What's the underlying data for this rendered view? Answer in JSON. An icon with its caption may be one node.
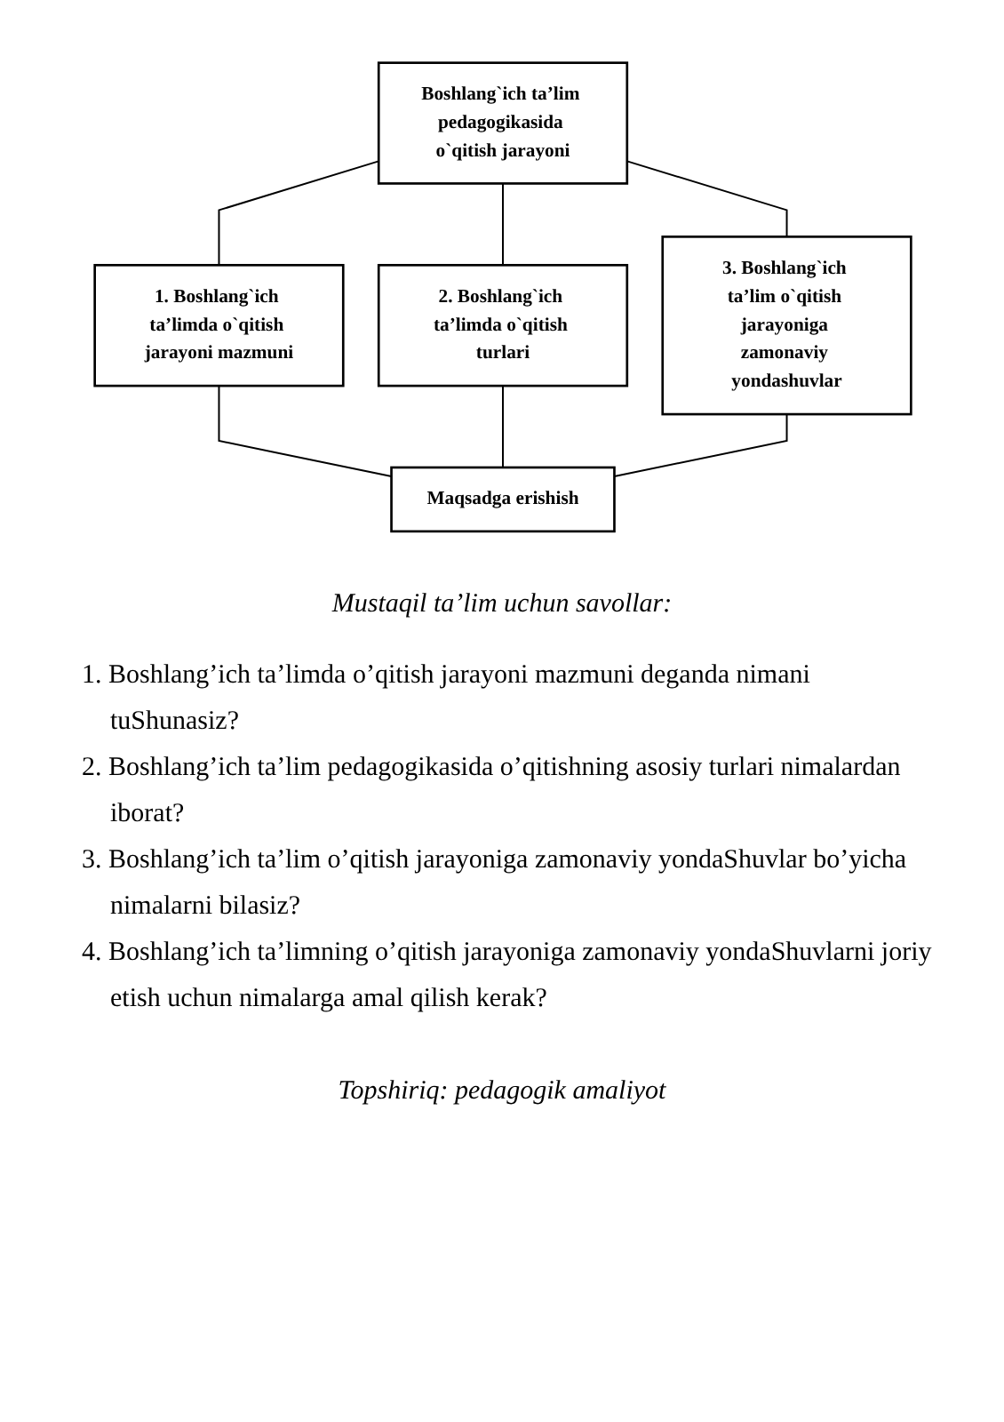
{
  "diagram": {
    "nodes": [
      {
        "text": [
          "Boshlang`ich ta’lim pedagogikasida o`qitish jarayoni"
        ]
      },
      {
        "text": [
          "1. Boshlang`ich ta’limda o`qitish jarayoni mazmuni"
        ]
      },
      {
        "text": [
          "2. Boshlang`ich ta’limda o`qitish turlari"
        ]
      },
      {
        "text": [
          "3. Boshlang`ich ta’lim o`qitish jarayoniga zamonaviy yondashuvlar"
        ]
      },
      {
        "text": [
          "Maqsadga erishish"
        ]
      }
    ],
    "edges": [
      {
        "from": 0,
        "to": 1,
        "arrow": "none"
      },
      {
        "from": 0,
        "to": 2,
        "arrow": "none"
      },
      {
        "from": 0,
        "to": 3,
        "arrow": "none"
      },
      {
        "from": 1,
        "to": 4,
        "arrow": "none"
      },
      {
        "from": 2,
        "to": 4,
        "arrow": "none"
      },
      {
        "from": 3,
        "to": 4,
        "arrow": "none"
      }
    ],
    "labels": [
      "Mustaqil ta’lim uchun savollar:",
      "1. Boshlang’ich ta’limda o’qitish jarayoni mazmuni deganda nimani tuShunasiz?",
      "2. Boshlang’ich ta’lim pedagogikasida o’qitishning asosiy turlari nimalardan iborat?",
      "3. Boshlang’ich ta’lim o’qitish jarayoniga zamonaviy yondaShuvlar bo’yicha nimalarni bilasiz?",
      "4. Boshlang’ich ta’limning o’qitish jarayoniga zamonaviy yondaShuvlarni joriy etish uchun nimalarga amal qilish kerak?",
      "Topshiriq: pedagogik amaliyot"
    ]
  }
}
